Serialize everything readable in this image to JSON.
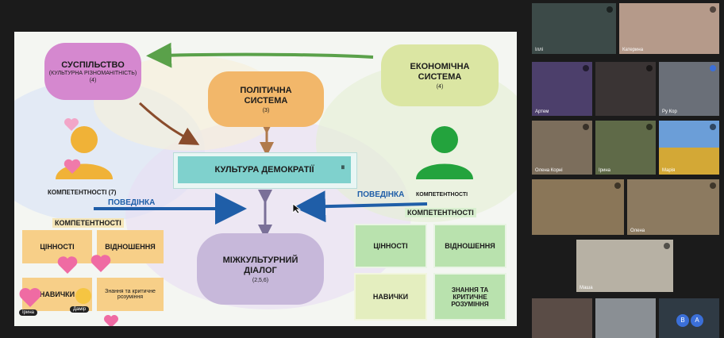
{
  "slide": {
    "blobs": {
      "society": {
        "title": "СУСПІЛЬСТВО",
        "subtitle": "(КУЛЬТУРНА РІЗНОМАНІТНІСТЬ)",
        "number": "(4)"
      },
      "politics": {
        "title": "ПОЛІТИЧНА СИСТЕМА",
        "number": "(3)"
      },
      "economy": {
        "title": "ЕКОНОМІЧНА СИСТЕМА",
        "number": "(4)"
      },
      "dialogue": {
        "title": "МІЖКУЛЬТУРНИЙ ДІАЛОГ",
        "number": "(2,5,6)"
      }
    },
    "culture_box": {
      "label": "КУЛЬТУРА ДЕМОКРАТІЇ",
      "mark": "Ⅲ"
    },
    "left": {
      "competences_count": "КОМПЕТЕНТНОСТІ (7)",
      "behavior": "ПОВЕДІНКА",
      "competences": "КОМПЕТЕНТНОСТІ",
      "boxes": [
        "ЦІННОСТІ",
        "ВІДНОШЕННЯ",
        "НАВИЧКИ",
        "Знання та критичне розуміння"
      ]
    },
    "right": {
      "behavior": "ПОВЕДІНКА",
      "competences_small": "КОМПЕТЕНТНОСТІ",
      "competences": "КОМПЕТЕНТНОСТІ",
      "boxes": [
        "ЦІННОСТІ",
        "ВІДНОШЕННЯ",
        "НАВИЧКИ",
        "ЗНАННЯ ТА КРИТИЧНЕ РОЗУМІННЯ"
      ]
    },
    "reactions": [
      {
        "name": "Ірина"
      },
      {
        "name": "Дамір"
      }
    ]
  },
  "participants": [
    {
      "name": "Іллі"
    },
    {
      "name": "Катерина"
    },
    {
      "name": "Артем"
    },
    {
      "name": ""
    },
    {
      "name": "Ру Кор"
    },
    {
      "name": "Олена Корні"
    },
    {
      "name": "Ірина"
    },
    {
      "name": "Марія"
    },
    {
      "name": ""
    },
    {
      "name": "Олена"
    },
    {
      "name": "Маша"
    }
  ],
  "avatars": [
    {
      "text": "B"
    },
    {
      "text": "A"
    }
  ],
  "colors": {
    "society": "#d588cf",
    "politics": "#f2b76a",
    "economy": "#dbe6a3",
    "dialogue": "#c7b8da",
    "culture": "#7fd1cd",
    "left_boxes": "#f7cf88",
    "right_boxes": "#b9e2ae",
    "person_left": "#f0b237",
    "person_right": "#23a33d",
    "arrow_blue": "#1f5ea8",
    "arrow_brown": "#8a4c2c",
    "arrow_green": "#5aa14a"
  }
}
